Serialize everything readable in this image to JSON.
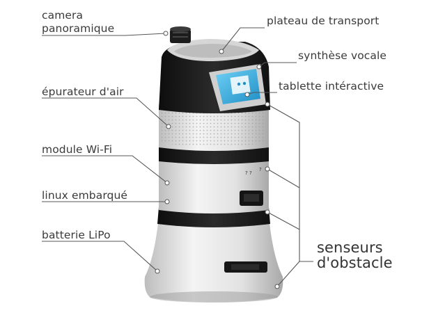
{
  "labels": {
    "camera_line1": "camera",
    "camera_line2": "panoramique",
    "epurateur": "épurateur d'air",
    "wifi": "module Wi-Fi",
    "linux": "linux embarqué",
    "batterie": "batterie LiPo",
    "plateau": "plateau de transport",
    "synthese": "synthèse vocale",
    "tablette": "tablette intéractive",
    "senseurs_line1": "senseurs",
    "senseurs_line2": "d'obstacle"
  },
  "colors": {
    "body_light": "#e2e2e2",
    "body_dark": "#1e1e1e",
    "screen": "#3fb4e6",
    "line": "#555555"
  }
}
